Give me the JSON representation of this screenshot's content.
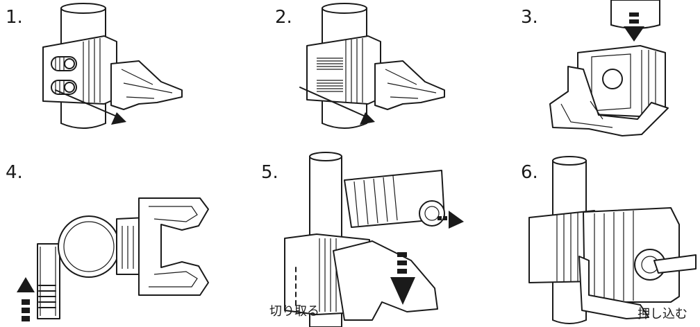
{
  "steps": [
    {
      "num": "1.",
      "caption": ""
    },
    {
      "num": "2.",
      "caption": ""
    },
    {
      "num": "3.",
      "caption": ""
    },
    {
      "num": "4.",
      "caption": ""
    },
    {
      "num": "5.",
      "caption": "切り取る"
    },
    {
      "num": "6.",
      "caption": "押し込む"
    }
  ],
  "colors": {
    "line": "#1a1a1a",
    "background": "#ffffff"
  }
}
